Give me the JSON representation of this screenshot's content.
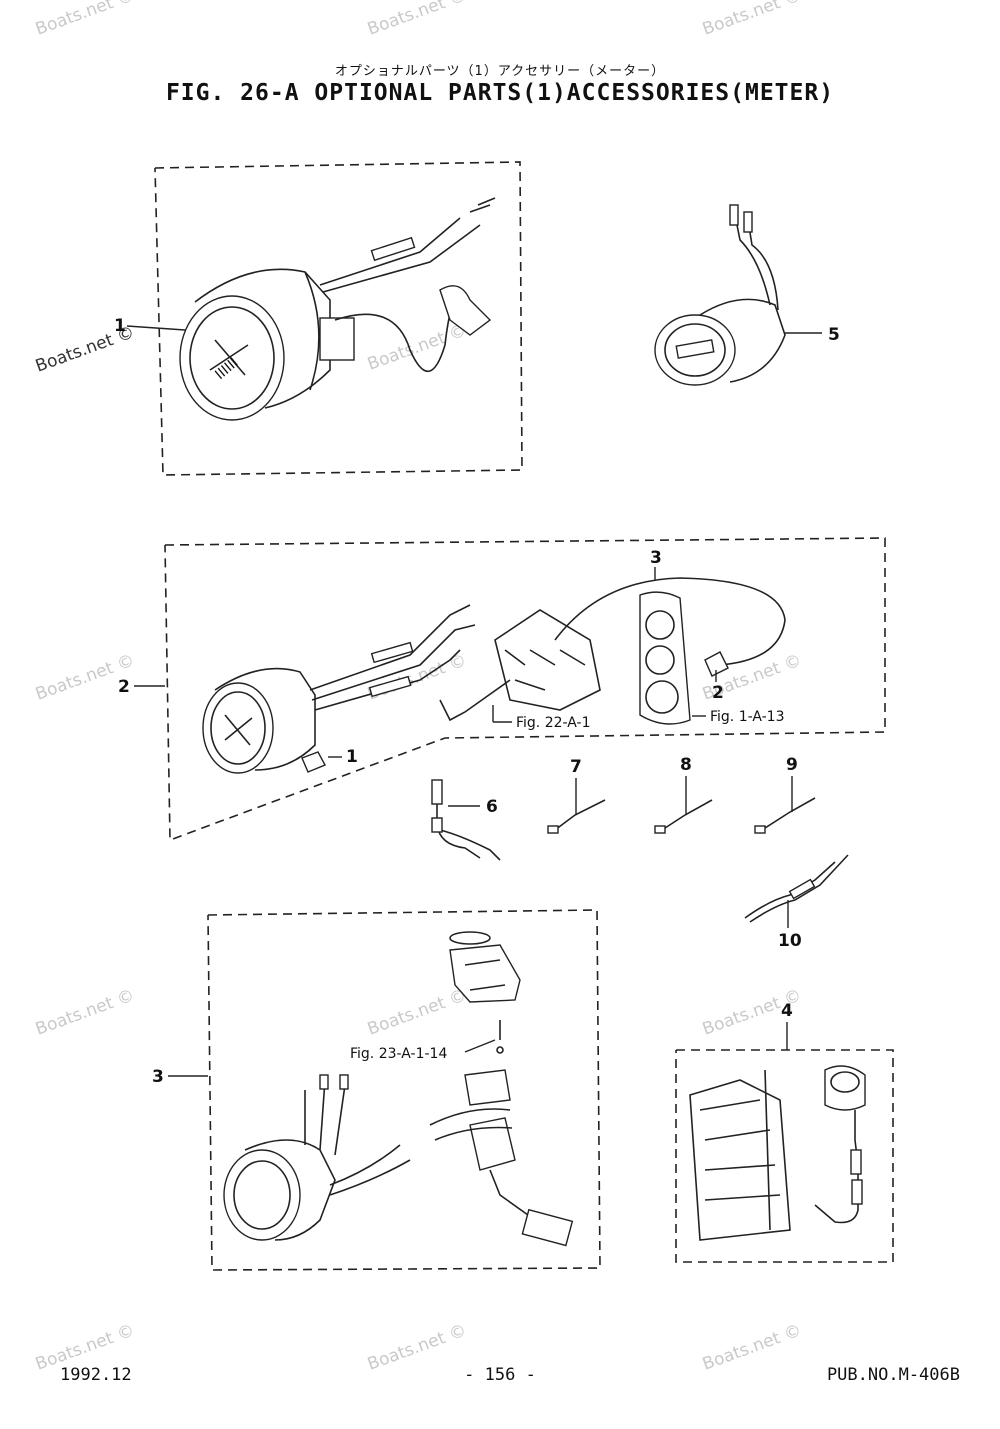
{
  "title": {
    "japanese": "オプショナルパーツ（1）アクセサリー（メーター）",
    "english": "FIG. 26-A OPTIONAL PARTS(1)ACCESSORIES(METER)"
  },
  "watermark": "Boats.net ©",
  "callouts": {
    "c1_top": "1",
    "c5": "5",
    "c2_left": "2",
    "c3_top": "3",
    "c2_inner": "2",
    "c1_inner": "1",
    "c6": "6",
    "c7": "7",
    "c8": "8",
    "c9": "9",
    "c10": "10",
    "c3_left": "3",
    "c4": "4"
  },
  "references": {
    "fig22": "Fig. 22-A-1",
    "fig1": "Fig. 1-A-13",
    "fig23": "Fig. 23-A-1-14"
  },
  "footer": {
    "date": "1992.12",
    "page": "- 156 -",
    "pub": "PUB.NO.M-406B"
  }
}
